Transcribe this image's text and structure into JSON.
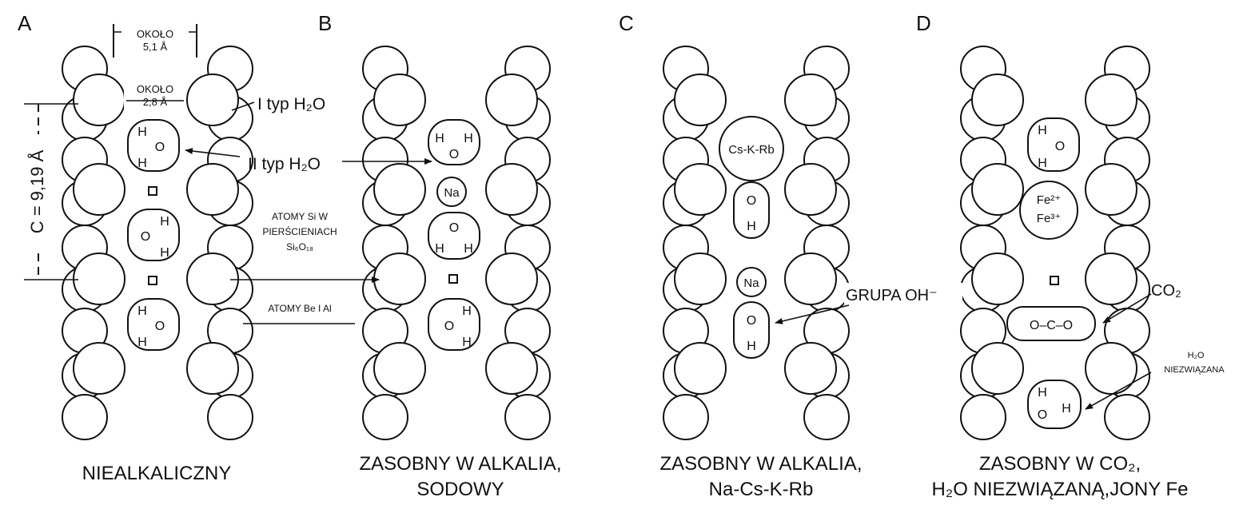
{
  "panels": [
    {
      "letter": "A",
      "caption": [
        "NIEALKALICZNY"
      ]
    },
    {
      "letter": "B",
      "caption": [
        "ZASOBNY W ALKALIA,",
        "SODOWY"
      ]
    },
    {
      "letter": "C",
      "caption": [
        "ZASOBNY W ALKALIA,",
        "Na-Cs-K-Rb"
      ]
    },
    {
      "letter": "D",
      "caption": [
        "ZASOBNY W CO₂,",
        "H₂O NIEZWIĄZANĄ,JONY Fe"
      ]
    }
  ],
  "labels": {
    "okolo_top": "OKOŁO",
    "okolo_top_val": "5,1 Å",
    "okolo_mid": "OKOŁO",
    "okolo_mid_val": "2,8 Å",
    "c_dim": "C = 9,19 Å",
    "type1": "I typ H₂O",
    "type2": "II typ H₂O",
    "atoms_si_1": "ATOMY Si W",
    "atoms_si_2": "PIERŚCIENIACH",
    "atoms_si_3": "Si₆O₁₈",
    "atoms_be_al": "ATOMY Be I Al",
    "na": "Na",
    "cs_k_rb": "Cs-K-Rb",
    "grupa_oh": "GRUPA OH⁻",
    "fe2": "Fe²⁺",
    "fe3": "Fe³⁺",
    "co2": "CO₂",
    "co2_molecule": "O–C–O",
    "h2o_unbound_1": "H₂O",
    "h2o_unbound_2": "NIEZWIĄZANA",
    "h": "H",
    "o": "O"
  }
}
